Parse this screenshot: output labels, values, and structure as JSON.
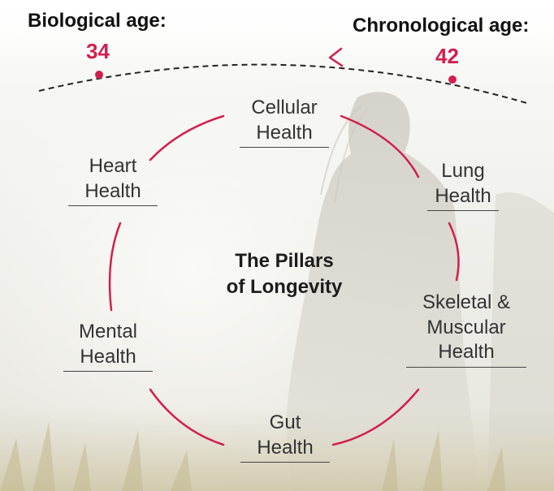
{
  "biological": {
    "label": "Biological age:",
    "value": "34"
  },
  "chronological": {
    "label": "Chronological age:",
    "value": "42"
  },
  "center": {
    "line1": "The Pillars",
    "line2": "of Longevity"
  },
  "pillars": {
    "cellular": [
      "Cellular",
      "Health"
    ],
    "lung": [
      "Lung",
      "Health"
    ],
    "skeletal": [
      "Skeletal &",
      "Muscular",
      "Health"
    ],
    "gut": [
      "Gut",
      "Health"
    ],
    "mental": [
      "Mental",
      "Health"
    ],
    "heart": [
      "Heart",
      "Health"
    ]
  },
  "colors": {
    "accent": "#d11f4f",
    "text": "#333333",
    "heading": "#111111"
  }
}
